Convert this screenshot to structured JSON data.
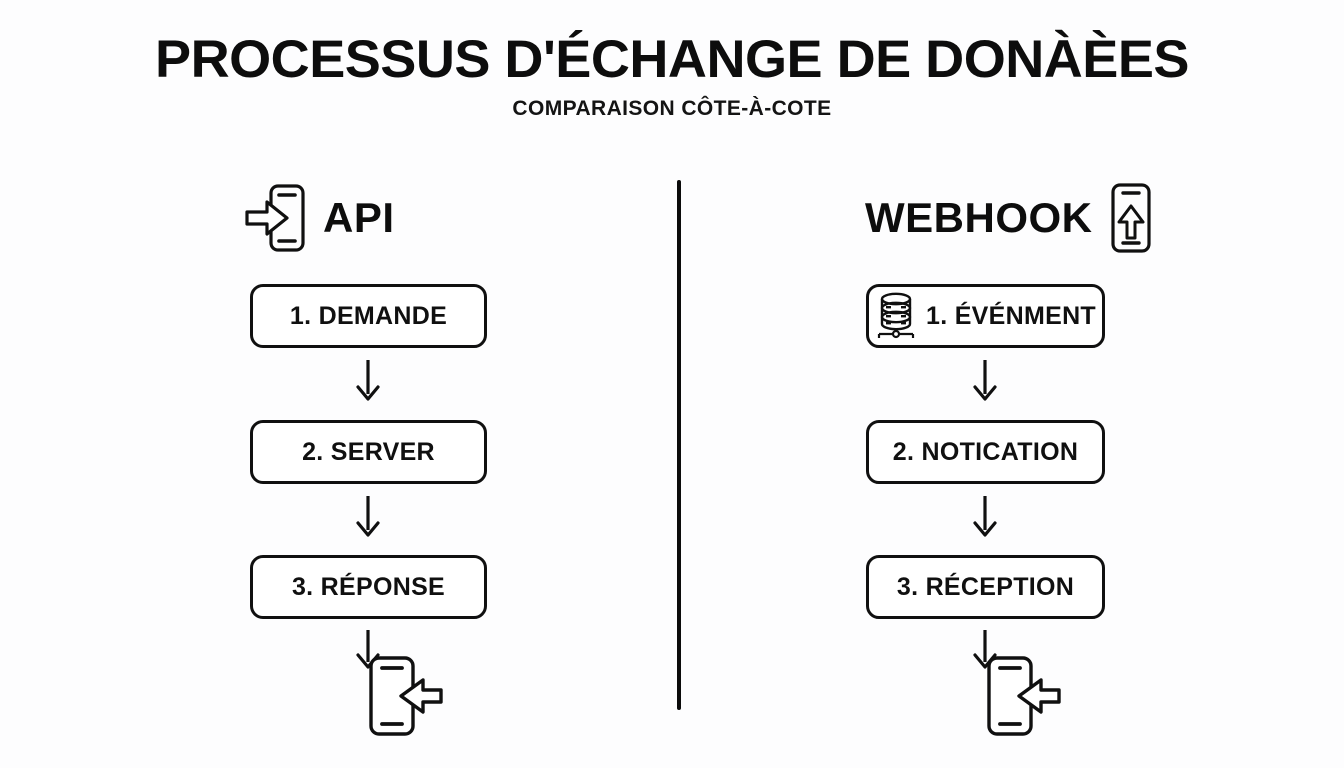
{
  "header": {
    "title": "PROCESSUS D'ÉCHANGE DE DONÀÈES",
    "subtitle": "COMPARAISON CÔTE-À-COTE"
  },
  "colors": {
    "background": "#fdfdfe",
    "ink": "#101010",
    "box_fill": "#ffffff",
    "divider": "#0b0b0b"
  },
  "columns": [
    {
      "id": "api",
      "title": "API",
      "header_icon": "phone-arrow-in-icon",
      "header_icon_position": "left",
      "steps": [
        {
          "label": "1. DEMANDE",
          "icon": null
        },
        {
          "label": "2. SERVER",
          "icon": null
        },
        {
          "label": "3. RÉPONSE",
          "icon": null
        }
      ],
      "connectors": [
        "arrow-down-icon",
        "arrow-down-icon",
        "arrow-down-icon"
      ],
      "endpoint_icon": "phone-arrow-in-right-icon"
    },
    {
      "id": "webhook",
      "title": "WEBHOOK",
      "header_icon": "phone-arrow-up-icon",
      "header_icon_position": "right",
      "steps": [
        {
          "label": "1. ÉVÉNMENT",
          "icon": "database-stack-icon"
        },
        {
          "label": "2. NOTICATION",
          "icon": null
        },
        {
          "label": "3. RÉCEPTION",
          "icon": null
        }
      ],
      "connectors": [
        "arrow-down-icon",
        "arrow-down-icon",
        "arrow-down-icon"
      ],
      "endpoint_icon": "phone-arrow-in-right-icon"
    }
  ],
  "divider": {
    "present": true,
    "orientation": "vertical"
  }
}
